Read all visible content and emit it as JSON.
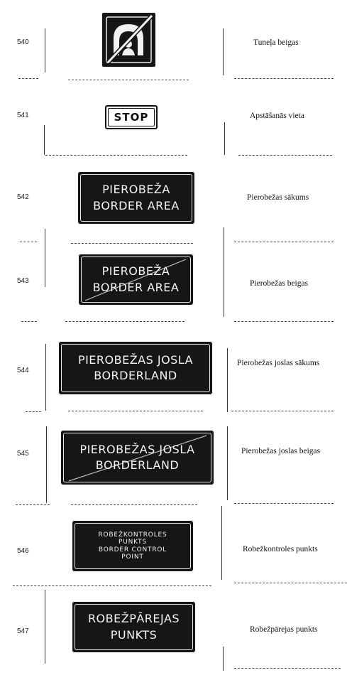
{
  "rows": [
    {
      "number": "540",
      "description": "Tuneļa beigas",
      "icon": "tunnel-end-icon"
    },
    {
      "number": "541",
      "description": "Apstāšanās vieta",
      "sign_text": "STOP"
    },
    {
      "number": "542",
      "description": "Pierobežas sākums",
      "sign_lines": [
        "PIEROBEŽA",
        "BORDER AREA"
      ]
    },
    {
      "number": "543",
      "description": "Pierobežas beigas",
      "sign_lines": [
        "PIEROBEŽA",
        "BORDER AREA"
      ]
    },
    {
      "number": "544",
      "description": "Pierobežas joslas sākums",
      "sign_lines": [
        "PIEROBEŽAS JOSLA",
        "BORDERLAND"
      ]
    },
    {
      "number": "545",
      "description": "Pierobežas joslas beigas",
      "sign_lines": [
        "PIEROBEŽAS JOSLA",
        "BORDERLAND"
      ]
    },
    {
      "number": "546",
      "description": "Robežkontroles punkts",
      "sign_lines": [
        "ROBEŽKONTROLES",
        "PUNKTS",
        "BORDER CONTROL",
        "POINT"
      ]
    },
    {
      "number": "547",
      "description": "Robežpārejas punkts",
      "sign_lines": [
        "ROBEŽPĀREJAS",
        "PUNKTS"
      ]
    }
  ],
  "colors": {
    "sign_background": "#161616",
    "sign_text": "#f4f4f4",
    "paper": "#ffffff"
  }
}
